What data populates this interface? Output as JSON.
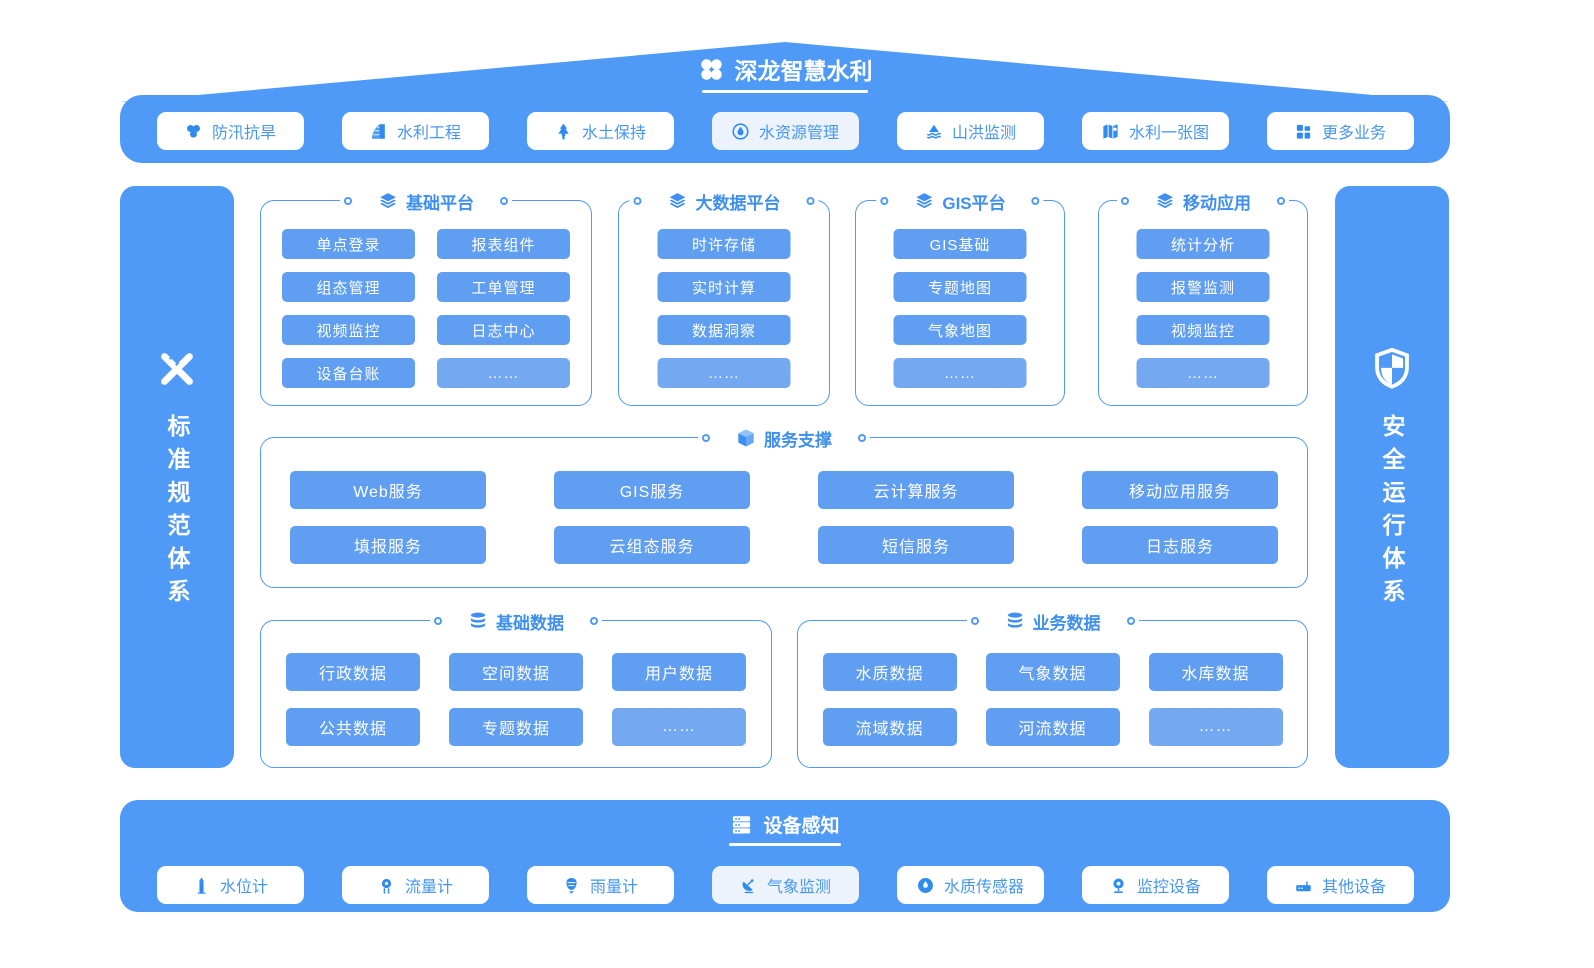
{
  "colors": {
    "banner_blue": "#4e9af6",
    "panel_border_blue": "#4e9af5",
    "module_button_blue": "#5f9ef0",
    "module_button_light_blue": "#74a9f2",
    "section_title_blue": "#3e8ff0",
    "pill_text_blue": "#4797ef",
    "white": "#ffffff"
  },
  "brand": {
    "logo_icon": "clover-logo-icon",
    "title": "深龙智慧水利"
  },
  "business_bar": {
    "items": [
      {
        "icon": "flood-control-icon",
        "label": "防汛抗旱"
      },
      {
        "icon": "dam-icon",
        "label": "水利工程"
      },
      {
        "icon": "tree-icon",
        "label": "水土保持"
      },
      {
        "icon": "water-resource-icon",
        "label": "水资源管理",
        "tinted": true
      },
      {
        "icon": "mountain-flood-icon",
        "label": "山洪监测"
      },
      {
        "icon": "map-icon",
        "label": "水利一张图"
      },
      {
        "icon": "more-grid-icon",
        "label": "更多业务"
      }
    ]
  },
  "left_pillar": {
    "icon": "ruler-pencil-icon",
    "label": "标准规范体系"
  },
  "right_pillar": {
    "icon": "shield-icon",
    "label": "安全运行体系"
  },
  "platforms": [
    {
      "icon": "layers-icon",
      "title": "基础平台",
      "columns": 2,
      "items": [
        "单点登录",
        "报表组件",
        "组态管理",
        "工单管理",
        "视频监控",
        "日志中心",
        "设备台账",
        "……"
      ]
    },
    {
      "icon": "layers-icon",
      "title": "大数据平台",
      "columns": 1,
      "items": [
        "时许存储",
        "实时计算",
        "数据洞察",
        "……"
      ]
    },
    {
      "icon": "layers-icon",
      "title": "GIS平台",
      "columns": 1,
      "items": [
        "GIS基础",
        "专题地图",
        "气象地图",
        "……"
      ]
    },
    {
      "icon": "layers-icon",
      "title": "移动应用",
      "columns": 1,
      "items": [
        "统计分析",
        "报警监测",
        "视频监控",
        "……"
      ]
    }
  ],
  "services": {
    "icon": "cube-icon",
    "title": "服务支撑",
    "items": [
      "Web服务",
      "GIS服务",
      "云计算服务",
      "移动应用服务",
      "填报服务",
      "云组态服务",
      "短信服务",
      "日志服务"
    ]
  },
  "data_sections": [
    {
      "icon": "database-icon",
      "title": "基础数据",
      "items": [
        "行政数据",
        "空间数据",
        "用户数据",
        "公共数据",
        "专题数据",
        "……"
      ]
    },
    {
      "icon": "database-icon",
      "title": "业务数据",
      "items": [
        "水质数据",
        "气象数据",
        "水库数据",
        "流域数据",
        "河流数据",
        "……"
      ]
    }
  ],
  "device_bar": {
    "icon": "server-icon",
    "title": "设备感知",
    "items": [
      {
        "icon": "water-level-gauge-icon",
        "label": "水位计"
      },
      {
        "icon": "flow-meter-icon",
        "label": "流量计"
      },
      {
        "icon": "rain-gauge-icon",
        "label": "雨量计"
      },
      {
        "icon": "weather-satellite-icon",
        "label": "气象监测",
        "tinted": true
      },
      {
        "icon": "water-quality-sensor-icon",
        "label": "水质传感器"
      },
      {
        "icon": "camera-icon",
        "label": "监控设备"
      },
      {
        "icon": "other-device-icon",
        "label": "其他设备"
      }
    ]
  }
}
